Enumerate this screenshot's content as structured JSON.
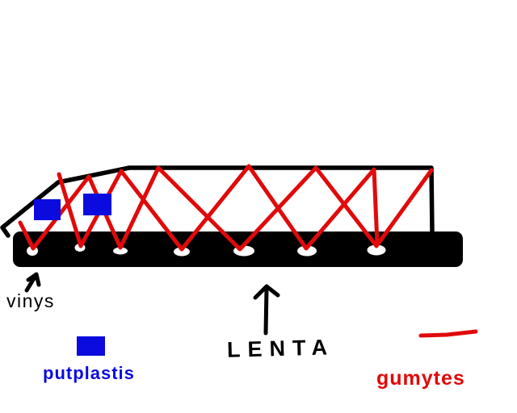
{
  "colors": {
    "ink": "#000000",
    "red": "#e00a0a",
    "blue": "#0b0bdf",
    "background": "#ffffff"
  },
  "labels": {
    "vinys": "vinys",
    "putplastis": "putplastis",
    "lenta": "LENTA",
    "gumytes": "gumytes"
  },
  "legend": [
    {
      "swatch": "blue-rectangle",
      "label": "putplastis"
    },
    {
      "swatch": "red-line",
      "label": "gumytes"
    }
  ],
  "annotations": [
    {
      "label": "vinys",
      "arrow_direction": "up"
    },
    {
      "label": "LENTA",
      "arrow_direction": "up"
    }
  ],
  "board": {
    "holes": 7,
    "blue_blocks_on_board": 2,
    "red_lacing_zigzags": 2
  }
}
